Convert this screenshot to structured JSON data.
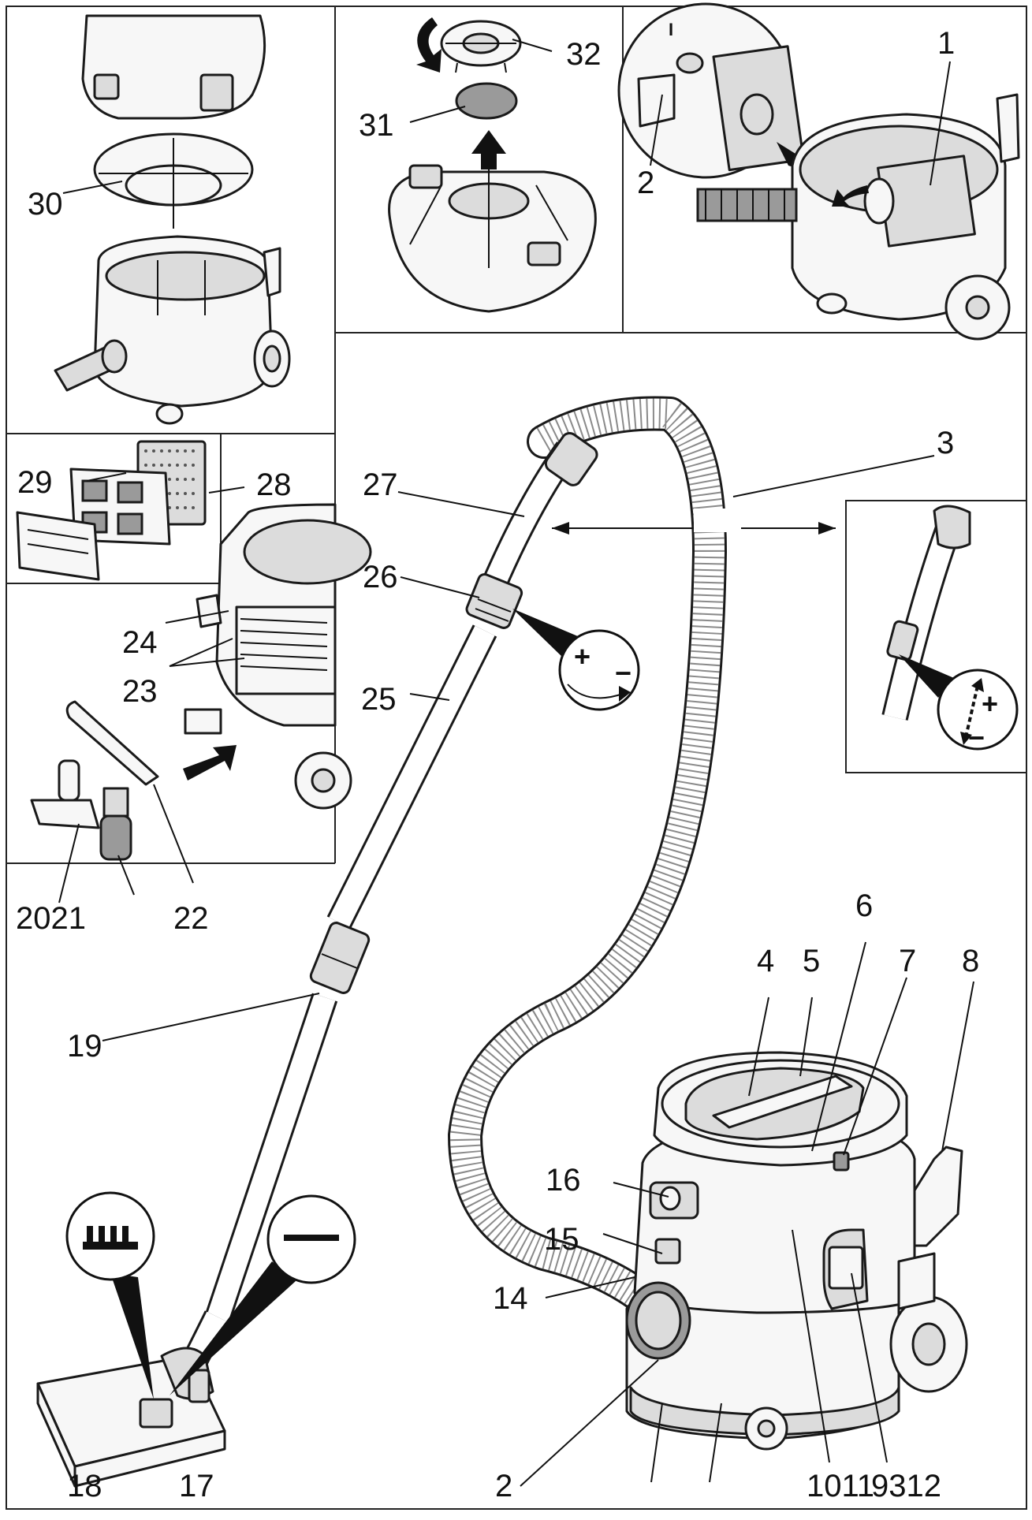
{
  "labels": {
    "l1": "1",
    "l2a": "2",
    "l2b": "2",
    "l3": "3",
    "l4": "4",
    "l5": "5",
    "l6": "6",
    "l7": "7",
    "l8": "8",
    "l1011": "1011",
    "l9312": "9312",
    "l14": "14",
    "l15": "15",
    "l16": "16",
    "l17": "17",
    "l18": "18",
    "l19": "19",
    "l2021": "2021",
    "l22": "22",
    "l23": "23",
    "l24": "24",
    "l25": "25",
    "l26": "26",
    "l27": "27",
    "l28": "28",
    "l29": "29",
    "l30": "30",
    "l31": "31",
    "l32": "32"
  },
  "symbols": {
    "plus": "+",
    "minus": "−",
    "mark_i": "I"
  },
  "icons": {
    "rotate": "rotate-arrow-icon",
    "adjust_arrows": "adjust-arrows-icon",
    "carpet": "carpet-brush-icon",
    "hard_floor": "hard-floor-icon",
    "direction": "direction-arrow-icon"
  }
}
